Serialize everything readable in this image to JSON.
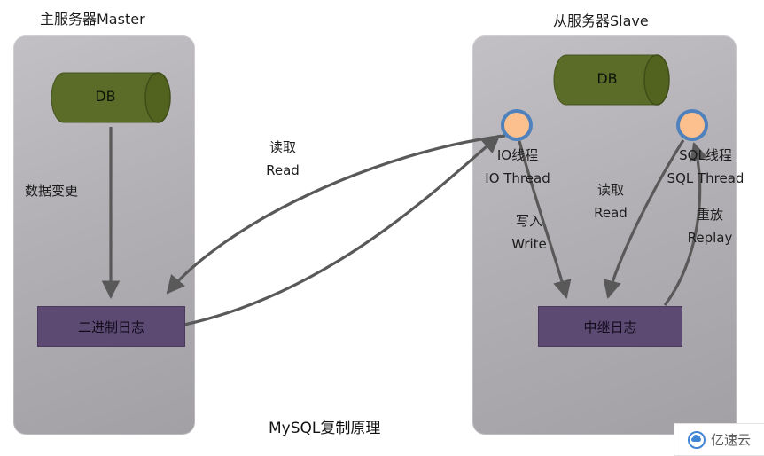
{
  "titles": {
    "master": "主服务器Master",
    "slave": "从服务器Slave",
    "caption": "MySQL复制原理"
  },
  "master": {
    "db_label": "DB",
    "data_change_label": "数据变更",
    "binlog_label": "二进制日志"
  },
  "slave": {
    "db_label": "DB",
    "io_thread_cn": "IO线程",
    "io_thread_en": "IO Thread",
    "sql_thread_cn": "SQL线程",
    "sql_thread_en": "SQL Thread",
    "relay_label": "中继日志",
    "write_cn": "写入",
    "write_en": "Write",
    "read_cn": "读取",
    "read_en": "Read",
    "replay_cn": "重放",
    "replay_en": "Replay"
  },
  "center": {
    "read_cn": "读取",
    "read_en": "Read"
  },
  "watermark": {
    "label": "亿速云"
  },
  "colors": {
    "panel_gray": "#b2b0b4",
    "cylinder_green": "#5b6c29",
    "box_purple": "#5c4a73",
    "thread_circle_fill": "#fbc08e",
    "thread_circle_stroke": "#4f81bd",
    "arrow_gray": "#595959",
    "watermark_blue": "#3f86d6"
  }
}
